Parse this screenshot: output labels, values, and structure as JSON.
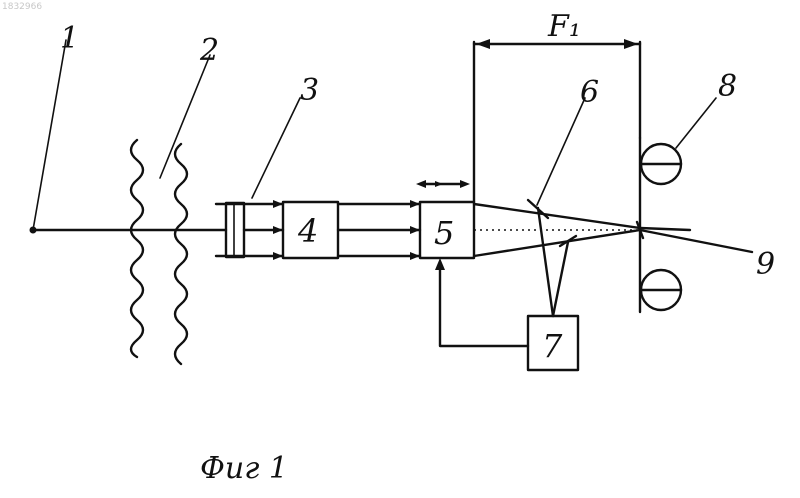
{
  "doc_mark": "1832966",
  "caption": "Фиг 1",
  "dimension_label": "F₁",
  "labels": [
    "1",
    "2",
    "3",
    "4",
    "5",
    "6",
    "7",
    "8",
    "9"
  ]
}
